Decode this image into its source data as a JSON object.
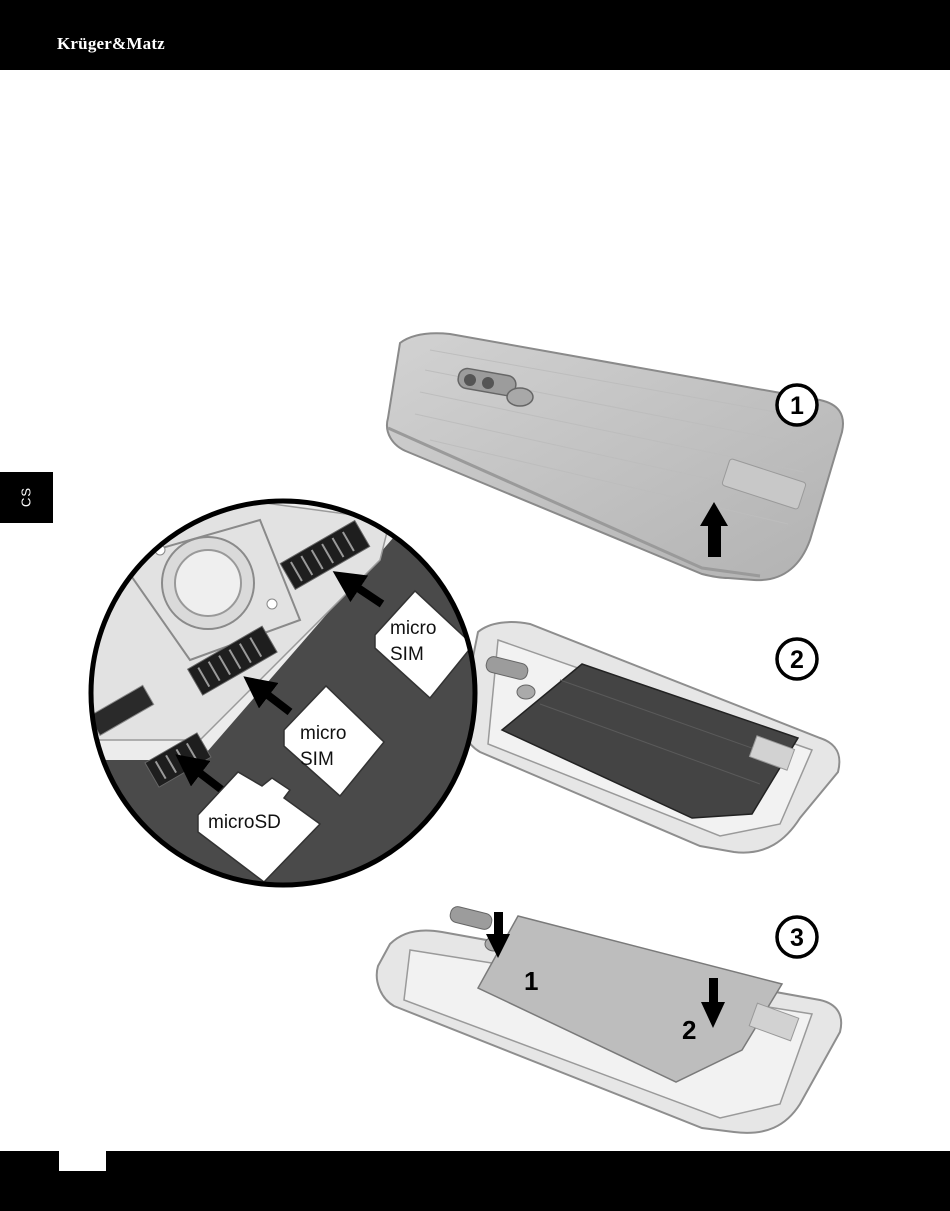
{
  "header": {
    "brand": "Krüger&Matz"
  },
  "sidebar": {
    "language_code": "CS"
  },
  "steps": [
    {
      "number": "1"
    },
    {
      "number": "2"
    },
    {
      "number": "3"
    }
  ],
  "zoom": {
    "slot_labels": [
      {
        "line1": "micro",
        "line2": "SIM"
      },
      {
        "line1": "micro",
        "line2": "SIM"
      },
      {
        "line1": "microSD"
      }
    ]
  },
  "step3": {
    "arrow_labels": [
      "1",
      "2"
    ]
  },
  "colors": {
    "bar": "#000000",
    "phone_back": "#c4c4c4",
    "battery": "#444444",
    "zoom_bg": "#4a4a4a"
  }
}
